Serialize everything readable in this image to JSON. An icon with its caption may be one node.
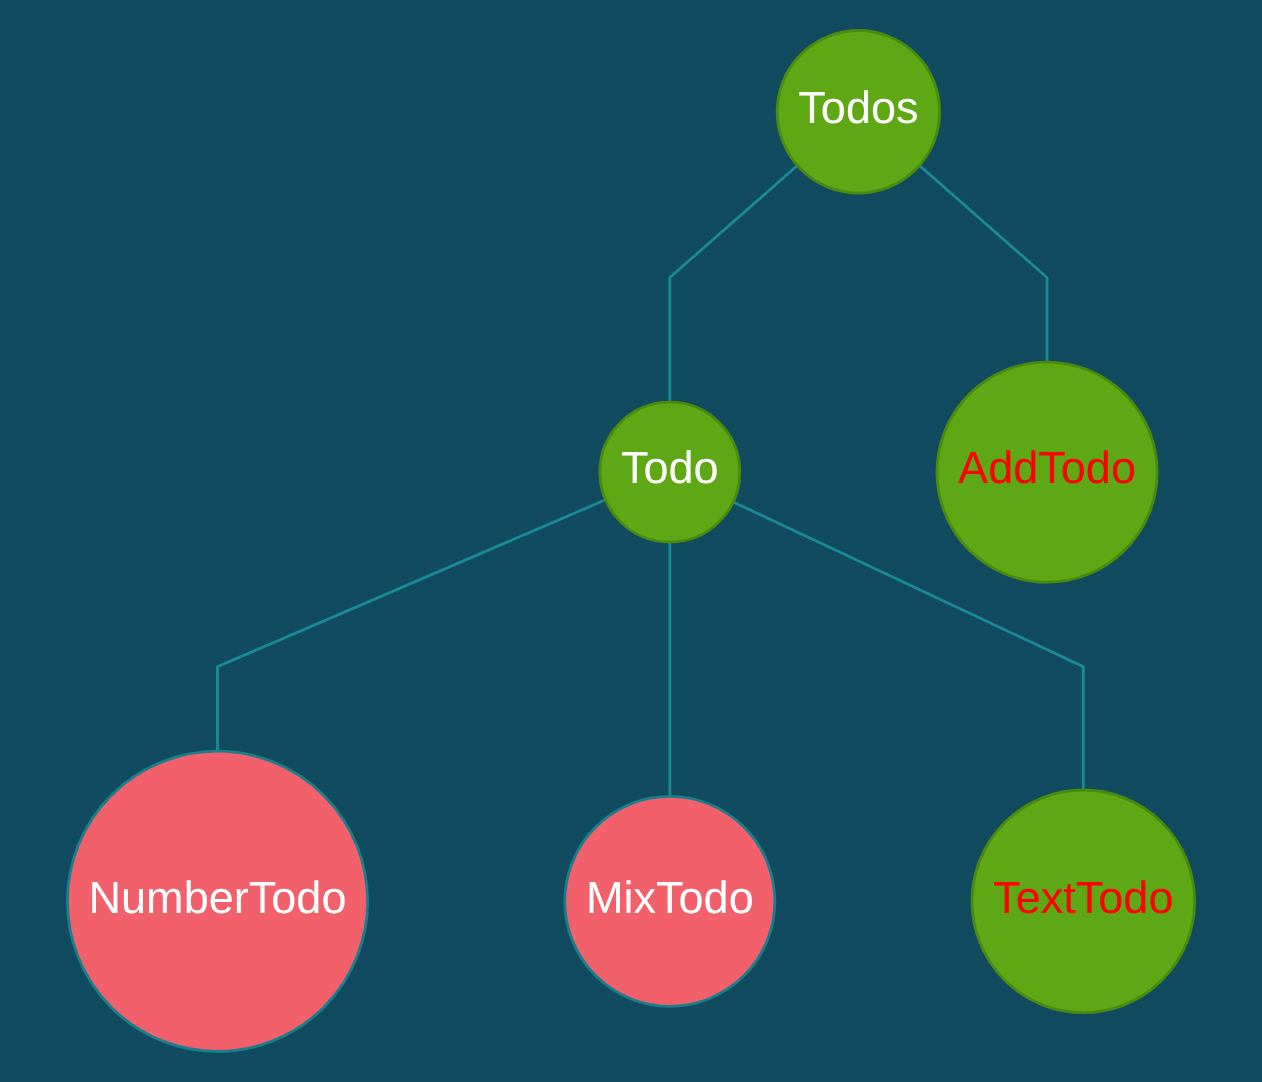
{
  "diagram": {
    "nodes": [
      {
        "text": [
          "Todos"
        ]
      },
      {
        "text": [
          "Todo"
        ]
      },
      {
        "text": [
          "AddTodo"
        ]
      },
      {
        "text": [
          "NumberTodo"
        ]
      },
      {
        "text": [
          "MixTodo"
        ]
      },
      {
        "text": [
          "TextTodo"
        ]
      }
    ],
    "edges": [
      {
        "from": 0,
        "to": 1,
        "arrow": "none"
      },
      {
        "from": 0,
        "to": 2,
        "arrow": "none"
      },
      {
        "from": 1,
        "to": 3,
        "arrow": "none"
      },
      {
        "from": 1,
        "to": 4,
        "arrow": "none"
      },
      {
        "from": 1,
        "to": 5,
        "arrow": "none"
      }
    ]
  }
}
